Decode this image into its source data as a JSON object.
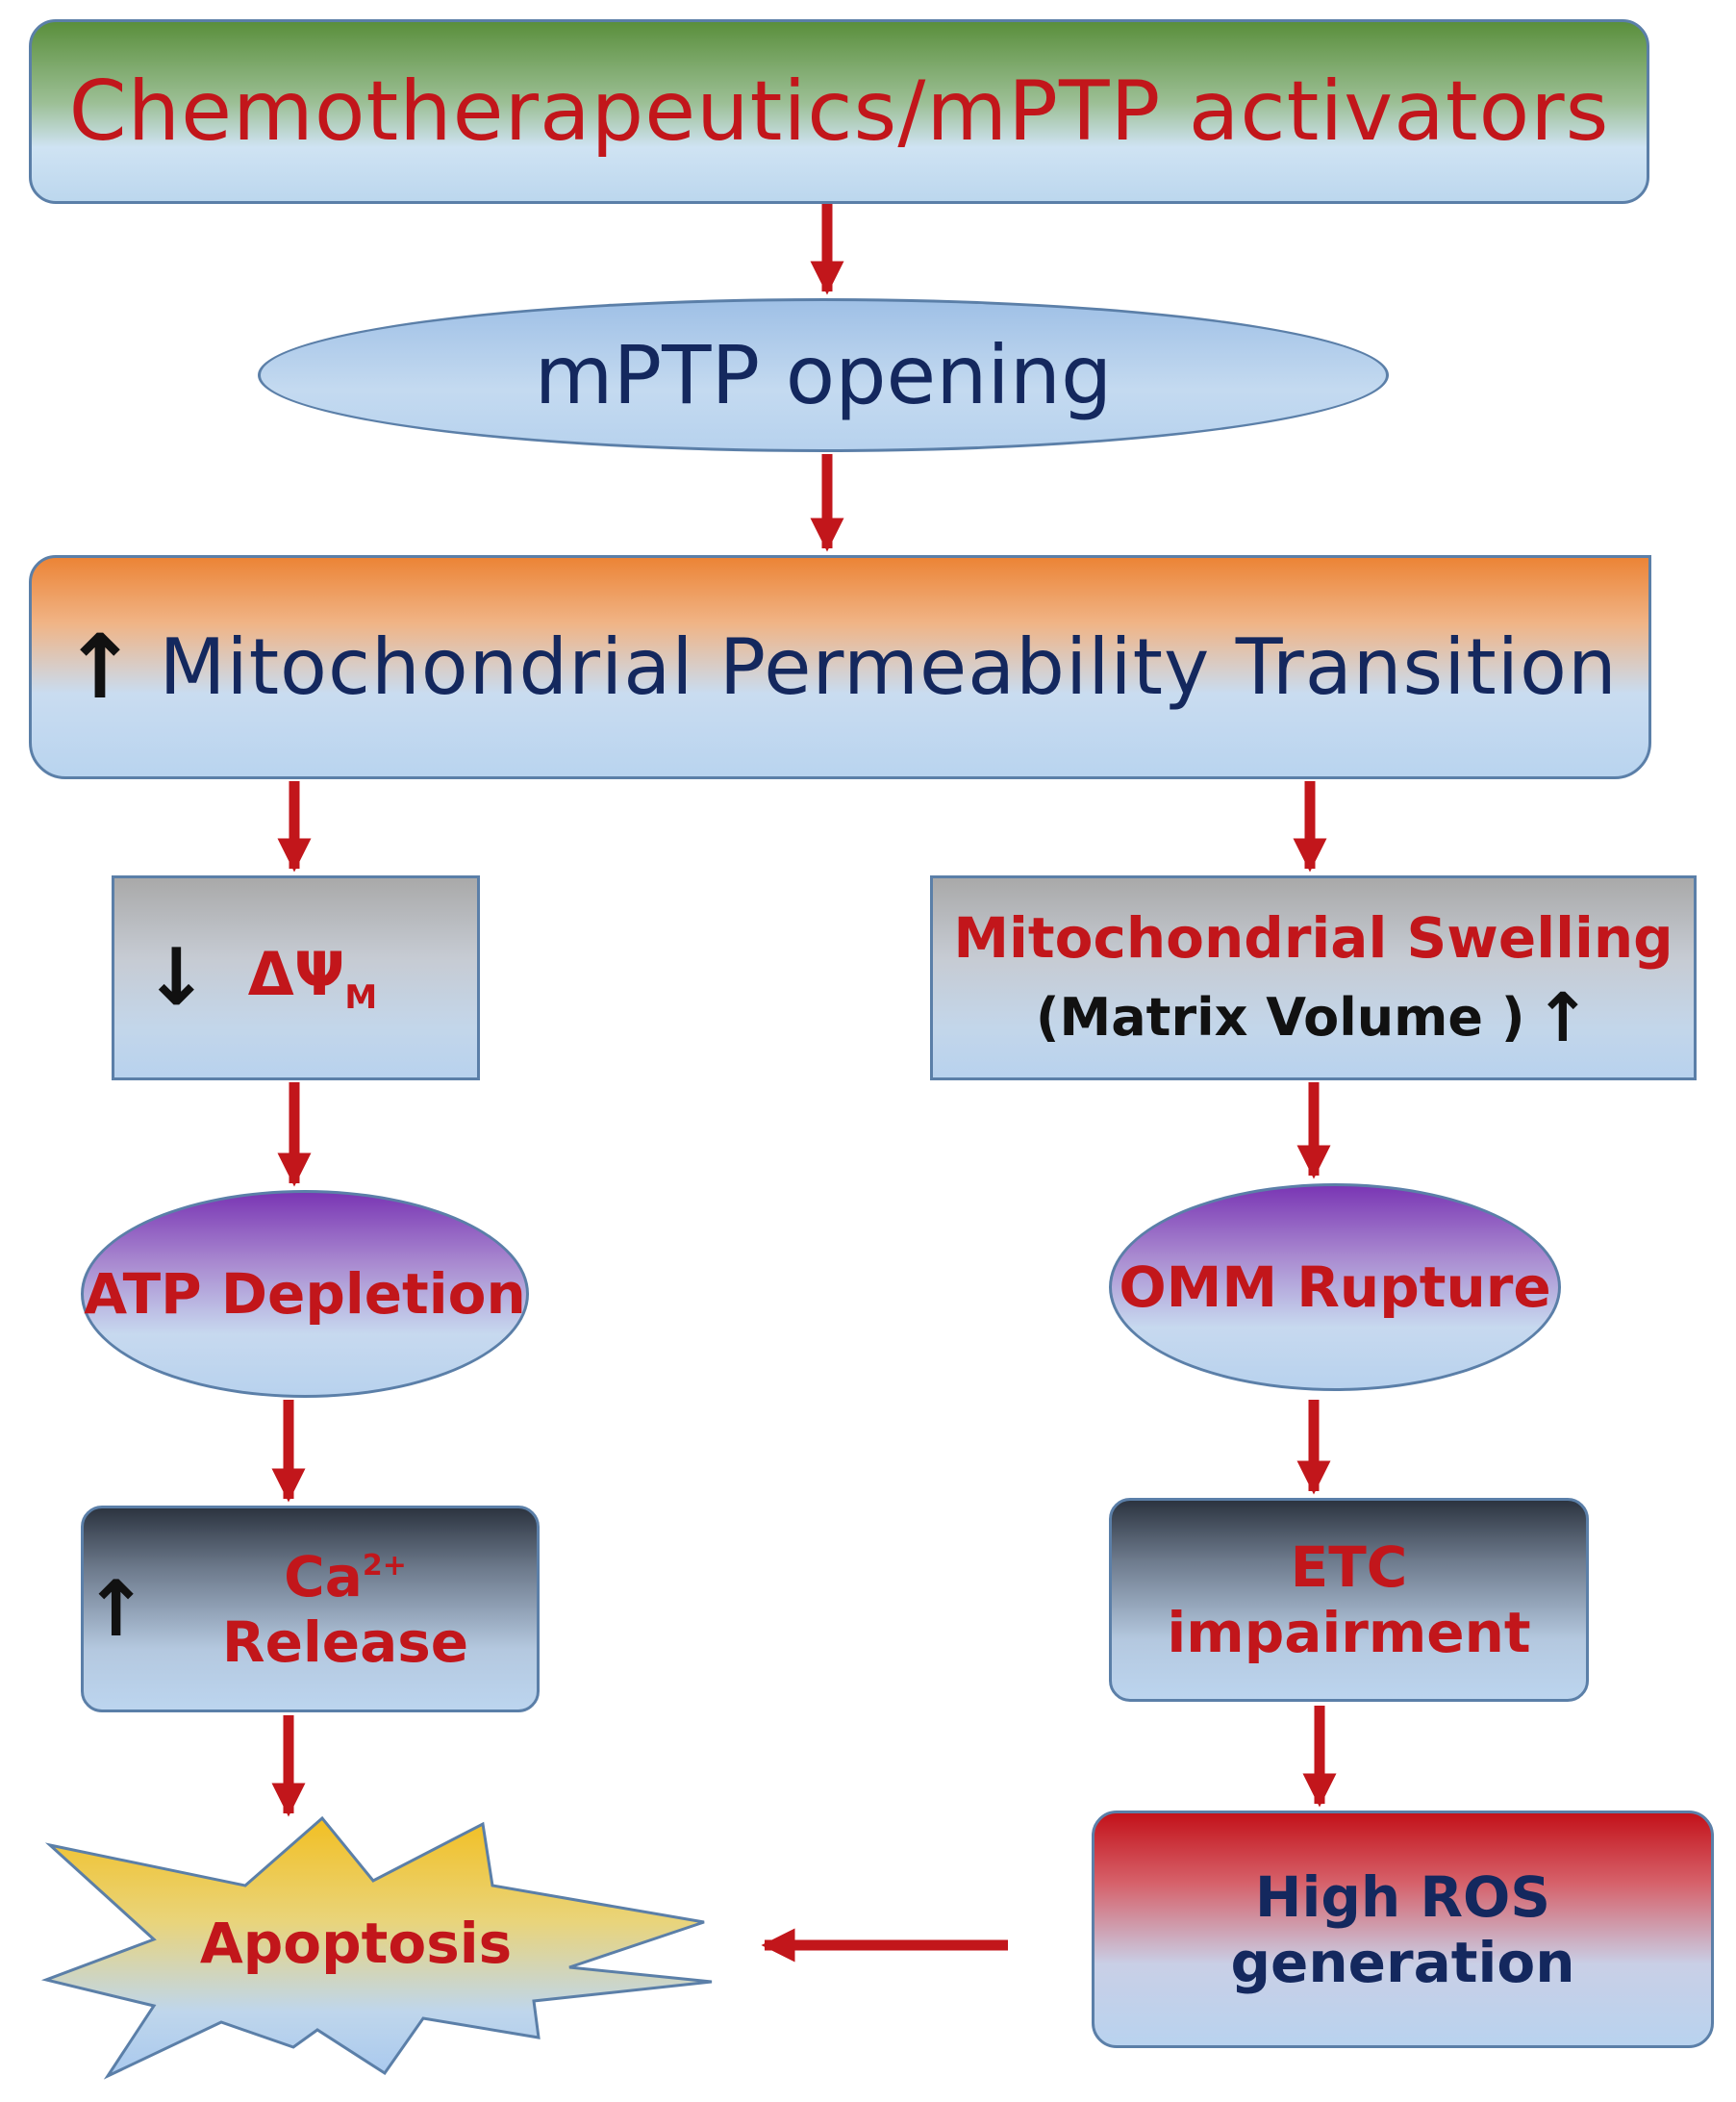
{
  "diagram": {
    "nodes": {
      "chemo": {
        "label": "Chemotherapeutics/mPTP activators"
      },
      "opening": {
        "label": "mPTP opening"
      },
      "mpt": {
        "label": "Mitochondrial Permeability Transition",
        "arrow": "↑"
      },
      "dpsi": {
        "label": "ΔΨ",
        "subscript": "M",
        "arrow": "↓"
      },
      "swelling": {
        "title": "Mitochondrial Swelling",
        "subtitle": "(Matrix Volume )",
        "arrow": "↑"
      },
      "atp": {
        "label": "ATP Depletion"
      },
      "omm": {
        "label": "OMM Rupture"
      },
      "ca": {
        "prefix": "Ca",
        "superscript": "2+",
        "suffix": " Release",
        "arrow": "↑"
      },
      "etc": {
        "label": "ETC impairment"
      },
      "ros": {
        "label": "High ROS generation"
      },
      "apoptosis": {
        "label": "Apoptosis"
      }
    },
    "edges": [
      {
        "from": "chemo",
        "to": "opening"
      },
      {
        "from": "opening",
        "to": "mpt"
      },
      {
        "from": "mpt",
        "to": "dpsi"
      },
      {
        "from": "mpt",
        "to": "swelling"
      },
      {
        "from": "dpsi",
        "to": "atp"
      },
      {
        "from": "swelling",
        "to": "omm"
      },
      {
        "from": "atp",
        "to": "ca"
      },
      {
        "from": "omm",
        "to": "etc"
      },
      {
        "from": "ca",
        "to": "apoptosis"
      },
      {
        "from": "etc",
        "to": "ros"
      },
      {
        "from": "ros",
        "to": "apoptosis"
      }
    ],
    "colors": {
      "arrow": "#c2161b",
      "label_red": "#c2161b",
      "label_navy": "#14285e",
      "border": "#5b7fa8"
    }
  }
}
